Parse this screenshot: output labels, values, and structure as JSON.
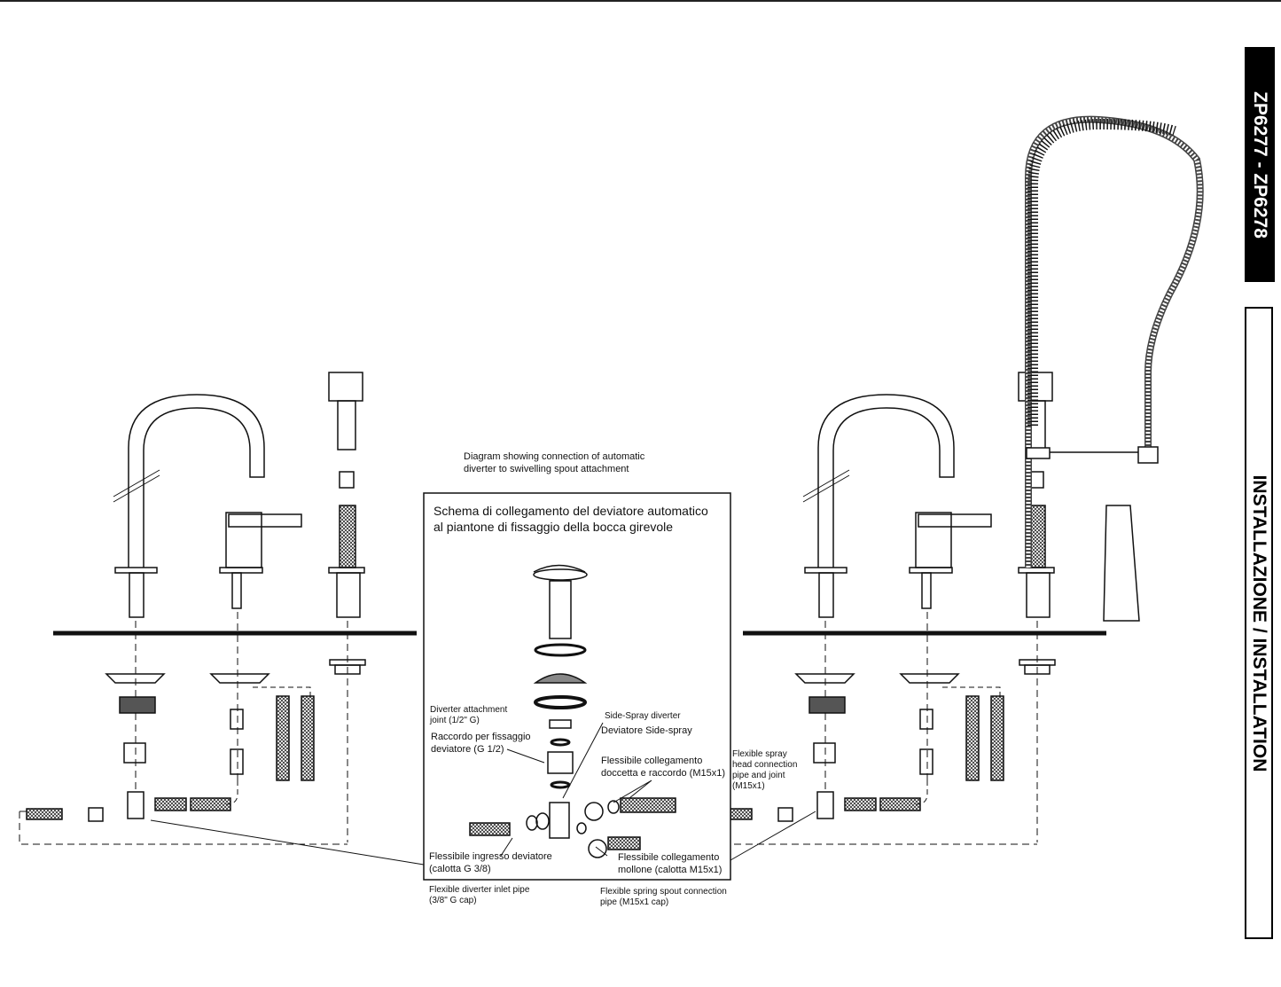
{
  "model_code": "ZP6277 - ZP6278",
  "section_title": "INSTALLAZIONE / INSTALLATION",
  "diagram_caption_en": "Diagram showing connection of automatic\ndiverter to swivelling spout attachment",
  "diagram_caption_it": "Schema di collegamento del deviatore automatico\nal piantone di fissaggio della bocca girevole",
  "labels": {
    "diverter_joint_en": "Diverter attachment\njoint (1/2\" G)",
    "diverter_joint_it": "Raccordo per fissaggio\ndeviatore (G 1/2)",
    "side_spray_en": "Side-Spray diverter",
    "side_spray_it": "Deviatore Side-spray",
    "shower_pipe_it": "Flessibile collegamento\ndoccetta e raccordo (M15x1)",
    "inlet_pipe_it": "Flessibile ingresso deviatore\n(calotta G 3/8)",
    "spring_pipe_it": "Flessibile collegamento\nmollone (calotta M15x1)",
    "inlet_pipe_en": "Flexible diverter inlet pipe\n(3/8\" G cap)",
    "spring_pipe_en": "Flexible spring spout connection\npipe (M15x1 cap)",
    "spray_head_en": "Flexible spray\nhead connection\npipe and joint\n(M15x1)"
  }
}
